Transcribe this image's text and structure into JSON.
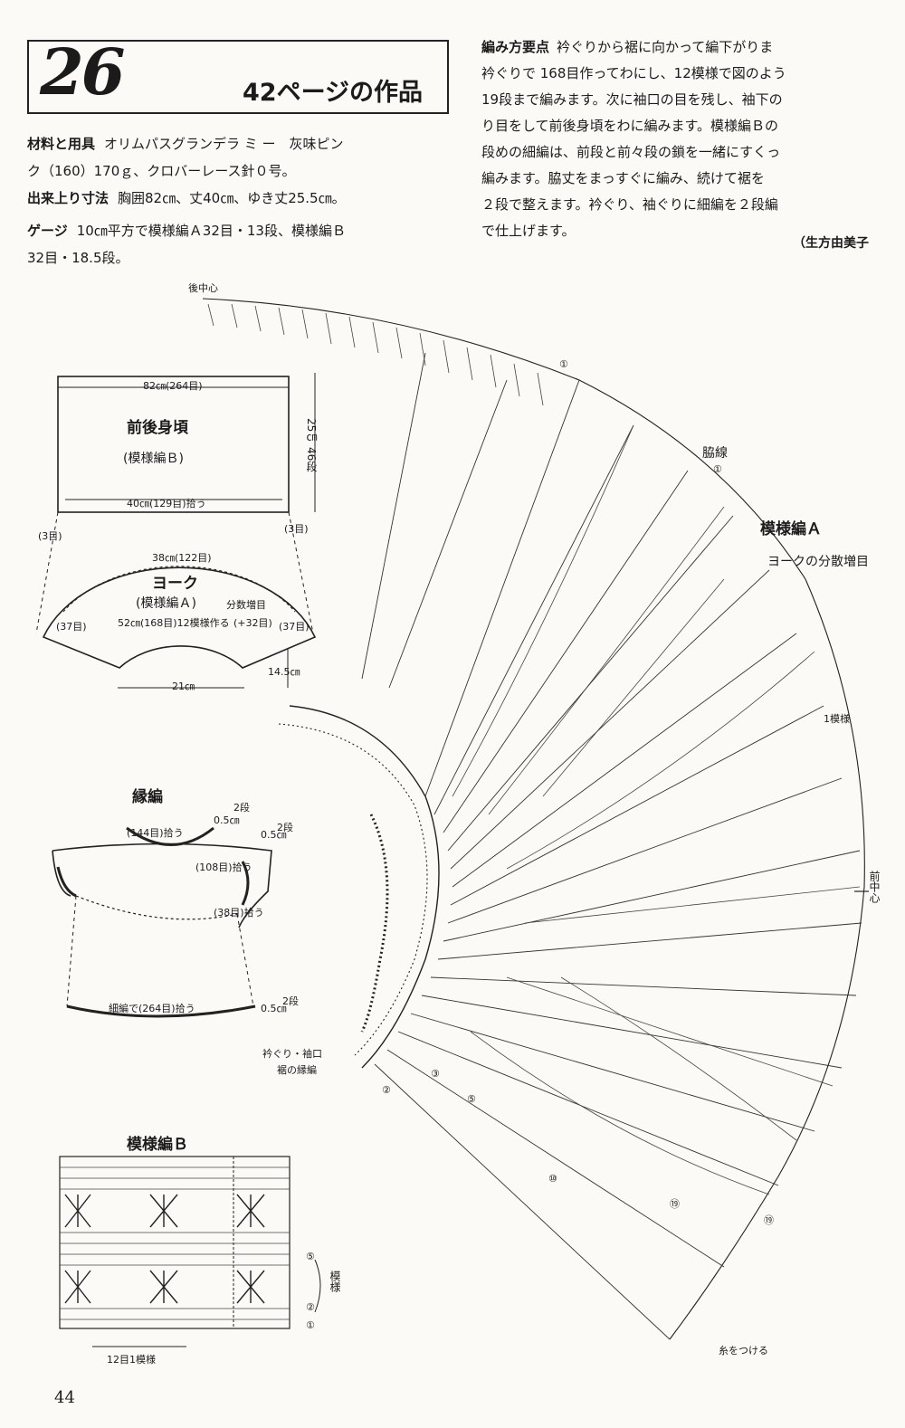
{
  "header": {
    "pattern_number": "26",
    "page_reference": "42ページの作品"
  },
  "specs": {
    "materials_label": "材料と用具",
    "materials_line1": "オリムパスグランデラ ミ ー　灰味ピン",
    "materials_line2": "ク（160）170ｇ、クロバーレース針０号。",
    "size_label": "出来上り寸法",
    "size_text": "胸囲82㎝、丈40㎝、ゆき丈25.5㎝。",
    "gauge_label": "ゲージ",
    "gauge_line1": "10㎝平方で模様編Ａ32目・13段、模様編Ｂ",
    "gauge_line2": "32目・18.5段。"
  },
  "instructions": {
    "label": "編み方要点",
    "lines": [
      "衿ぐりから裾に向かって編下がりま",
      "衿ぐりで 168目作ってわにし、12模様で図のよう",
      "19段まで編みます。次に袖口の目を残し、袖下の",
      "り目をして前後身頃をわに編みます。模様編Ｂの",
      "段めの細編は、前段と前々段の鎖を一緒にすくっ",
      "編みます。脇丈をまっすぐに編み、続けて裾を",
      "２段で整えます。衿ぐり、袖ぐりに細編を２段編",
      "で仕上げます。"
    ],
    "author": "（生方由美子"
  },
  "schematic": {
    "body_width": "82㎝(264目)",
    "body_name": "前後身頃",
    "body_pattern": "(模様編Ｂ)",
    "body_height": "25㎝",
    "body_rows": "46段",
    "body_bottom": "40㎝(129目)拾う",
    "body_left_side": "(3目)",
    "body_right_side": "(3目)",
    "yoke_top": "38㎝(122目)",
    "yoke_name": "ヨーク",
    "yoke_pattern": "(模様編Ａ)",
    "yoke_increase": "分数増目",
    "yoke_cast": "52㎝(168目)12模様作る",
    "yoke_plus": "(+32目)",
    "yoke_left": "(37目)",
    "yoke_right": "(37目)",
    "yoke_height": "14.5㎝",
    "yoke_inner": "21㎝"
  },
  "edging": {
    "title": "縁編",
    "neck": "(144目)拾う",
    "width1": "0.5㎝",
    "rows1": "2段",
    "width2": "0.5㎝",
    "rows2": "2段",
    "armhole_a": "(108目)拾う",
    "armhole_b": "(38目)拾う",
    "hem": "細編で(264目)拾う",
    "width3": "0.5㎝",
    "rows3": "2段"
  },
  "pattern_b": {
    "title": "模様編Ｂ",
    "repeat_rows": "模様",
    "repeat_sts": "12目1模様",
    "row_markers": [
      "⑤",
      "②",
      "①"
    ]
  },
  "chart_a": {
    "back_center": "後中心",
    "side": "脇線",
    "side_marker": "①",
    "title": "模様編Ａ",
    "subtitle": "ヨークの分散増目",
    "one_repeat": "1模様",
    "front_center": "前中心",
    "edging_note_1": "衿ぐり・袖口",
    "edging_note_2": "裾の縁編",
    "row_markers": [
      "①",
      "②",
      "③",
      "⑤",
      "⑩",
      "⑲",
      "⑲"
    ],
    "attach_note": "糸をつける"
  },
  "page_number": "44"
}
